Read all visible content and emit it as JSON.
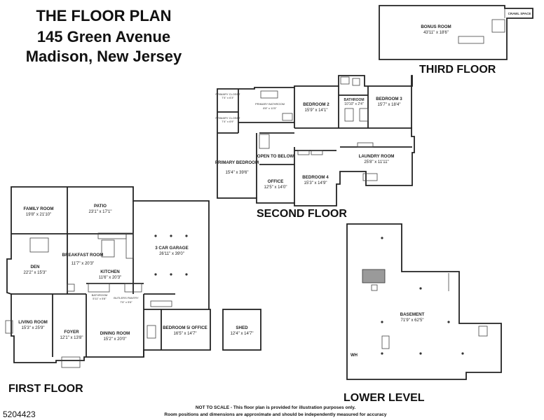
{
  "header": {
    "line1": "THE FLOOR PLAN",
    "line2": "145 Green Avenue",
    "line3": "Madison, New Jersey"
  },
  "floors": {
    "third": "THIRD FLOOR",
    "second": "SECOND FLOOR",
    "first": "FIRST FLOOR",
    "lower": "LOWER LEVEL"
  },
  "rooms": {
    "bonus": {
      "name": "BONUS ROOM",
      "dim": "43'11\" x 18'6\""
    },
    "crawl": {
      "name": "CRAWL SPACE"
    },
    "primary_closet1": {
      "name": "PRIMARY CLOSET",
      "dim": "7'4\" x 6'3\""
    },
    "primary_closet2": {
      "name": "PRIMARY CLOSET",
      "dim": "7'4\" x 6'9\""
    },
    "primary_bath": {
      "name": "PRIMARY BATHROOM",
      "dim": "8'8\" x 11'5\""
    },
    "bedroom2": {
      "name": "BEDROOM 2",
      "dim": "15'9\" x 14'1\""
    },
    "bathroom2": {
      "name": "BATHROOM",
      "dim": "10'10\" x 2'4\""
    },
    "bedroom3": {
      "name": "BEDROOM 3",
      "dim": "15'7\" x 18'4\""
    },
    "primary_bed": {
      "name": "PRIMARY BEDROOM",
      "dim": "15'4\" x 39'6\""
    },
    "open_below": {
      "name": "OPEN TO BELOW"
    },
    "office2": {
      "name": "OFFICE",
      "dim": "12'5\" x 14'0\""
    },
    "bedroom4": {
      "name": "BEDROOM 4",
      "dim": "15'3\" x 14'9\""
    },
    "laundry": {
      "name": "LAUNDRY ROOM",
      "dim": "25'8\" x 11'11\""
    },
    "family": {
      "name": "FAMILY ROOM",
      "dim": "19'8\" x 21'10\""
    },
    "patio": {
      "name": "PATIO",
      "dim": "23'1\" x 17'1\""
    },
    "garage": {
      "name": "3 CAR GARAGE",
      "dim": "26'11\" x 39'0\""
    },
    "breakfast": {
      "name": "BREAKFAST ROOM",
      "dim": "11'7\" x 20'3\""
    },
    "den": {
      "name": "DEN",
      "dim": "22'2\" x 15'3\""
    },
    "kitchen": {
      "name": "KITCHEN",
      "dim": "11'6\" x 20'3\""
    },
    "bathroom1": {
      "name": "BATHROOM",
      "dim": "5'11\" x 5'8\""
    },
    "butlers": {
      "name": "BUTLERS PANTRY",
      "dim": "7'6\" x 5'6\""
    },
    "living": {
      "name": "LIVING ROOM",
      "dim": "15'3\" x 25'9\""
    },
    "foyer": {
      "name": "FOYER",
      "dim": "12'1\" x 13'8\""
    },
    "dining": {
      "name": "DINING ROOM",
      "dim": "15'2\" x 20'0\""
    },
    "bedroom5": {
      "name": "BEDROOM 5/ OFFICE",
      "dim": "16'5\" x 14'7\""
    },
    "shed": {
      "name": "SHED",
      "dim": "12'4\" x 14'7\""
    },
    "basement": {
      "name": "BASEMENT",
      "dim": "71'9\" x 62'5\""
    },
    "wh": {
      "name": "WH"
    }
  },
  "footer": {
    "note1": "NOT TO SCALE - This floor plan is provided for illustration purposes only.",
    "note2": "Room positions and dimensions are approximate and should be independently measured for accuracy",
    "mls": "5204423"
  }
}
